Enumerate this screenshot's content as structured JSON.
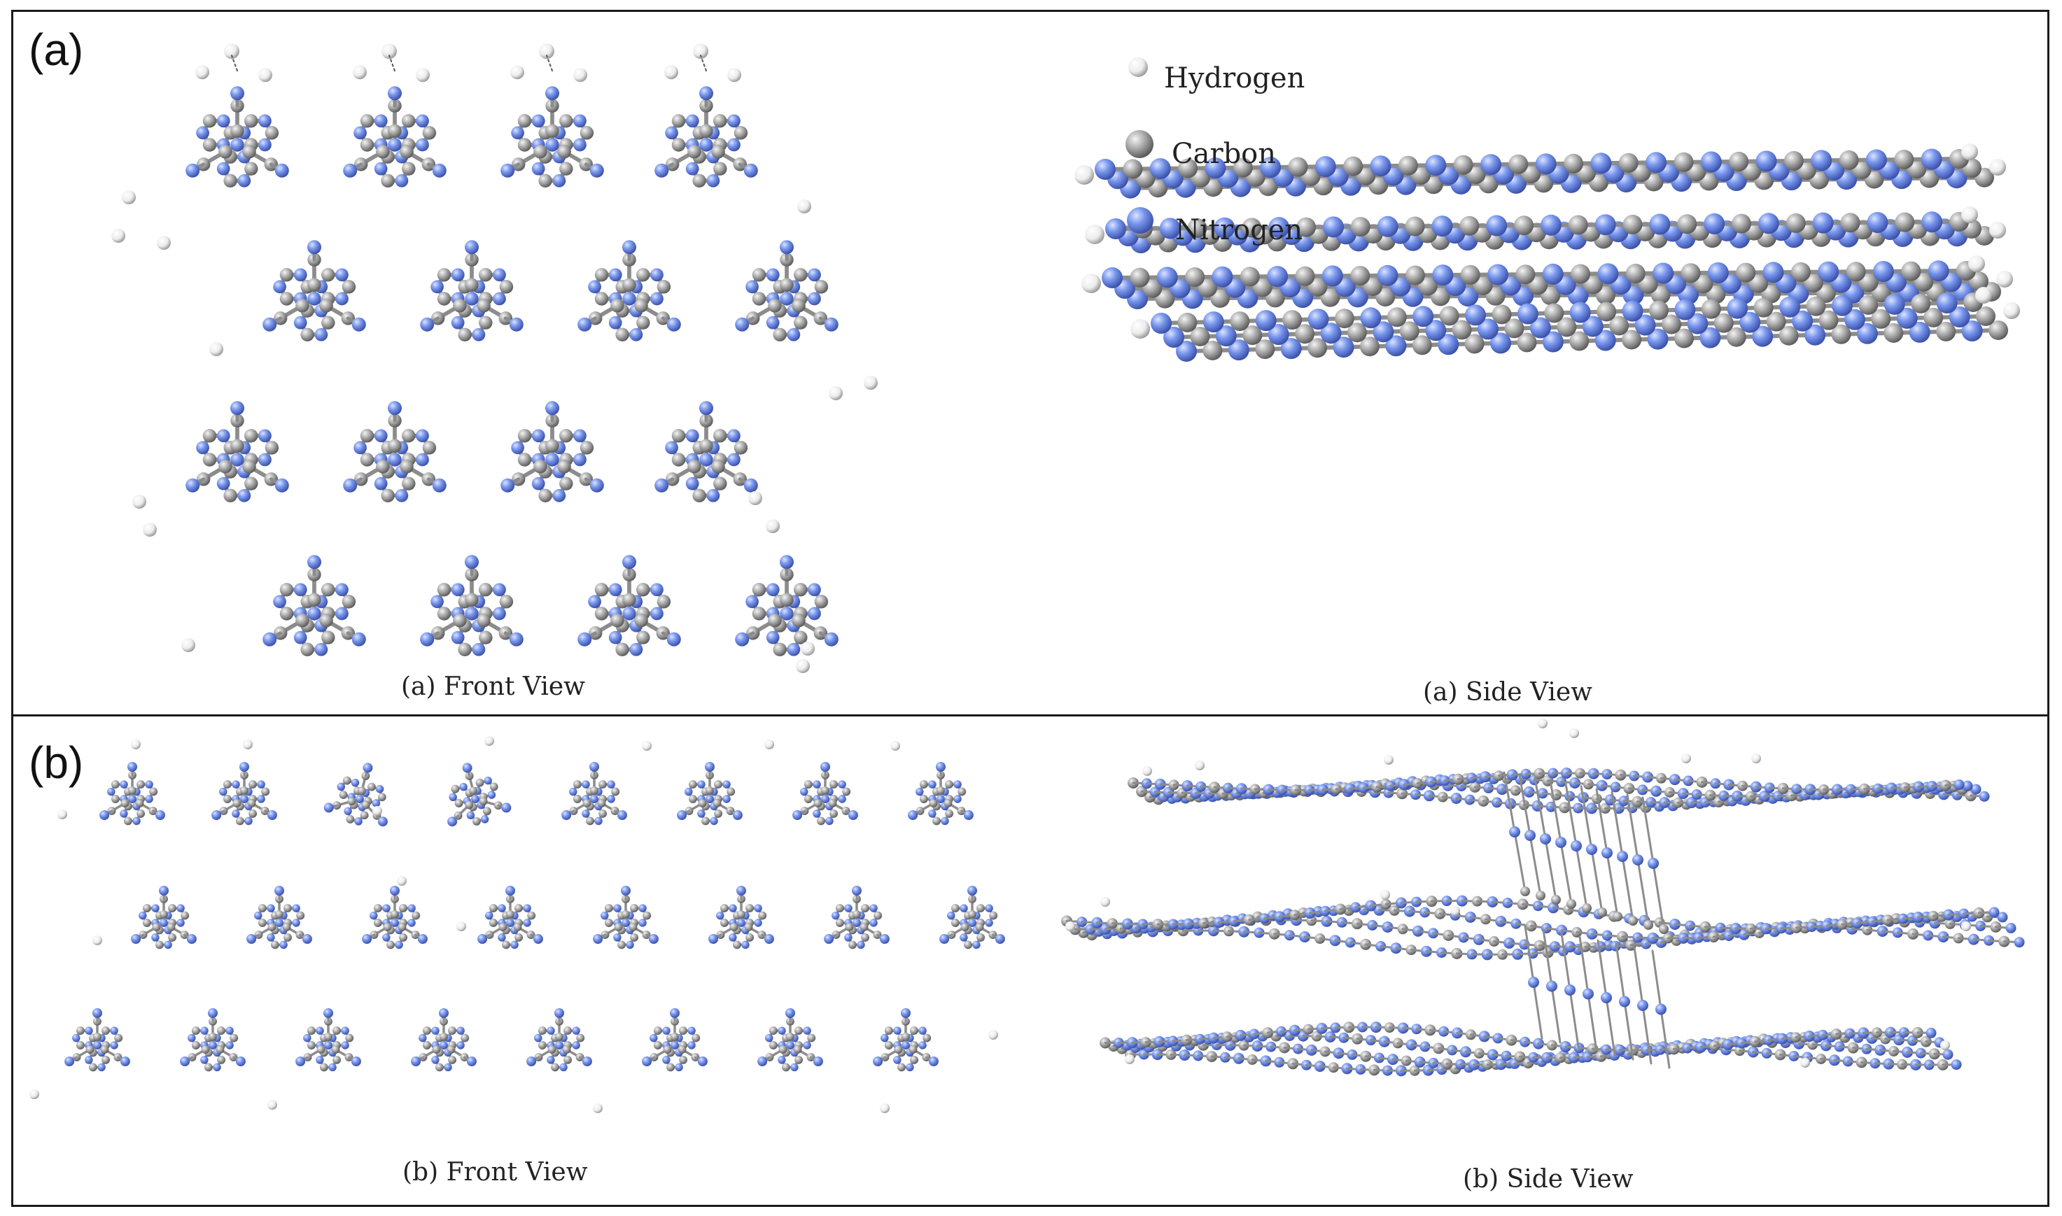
{
  "panels": [
    {
      "letter": "(a)",
      "front_caption": "(a) Front View",
      "side_caption": "(a) Side View"
    },
    {
      "letter": "(b)",
      "front_caption": "(b) Front View",
      "side_caption": "(b) Side View"
    }
  ],
  "legend": {
    "hydrogen": "Hydrogen",
    "carbon": "Carbon",
    "nitrogen": "Nitrogen"
  },
  "colors": {
    "hydrogen": "#f2f2f2",
    "carbon": "#a9a9a9",
    "nitrogen": "#6f8ee8",
    "bond": "#8c8c8c",
    "border": "#1a1a1a"
  }
}
